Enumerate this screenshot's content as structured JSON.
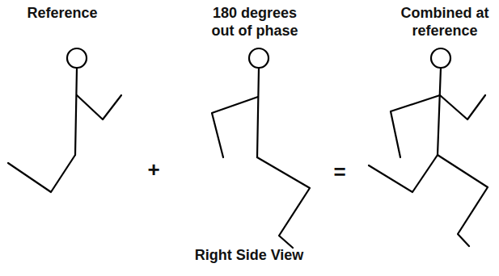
{
  "diagram": {
    "caption": "Right Side View",
    "labels": [
      "Reference",
      "180 degrees out of phase",
      "Combined at reference",
      "+",
      "="
    ]
  }
}
